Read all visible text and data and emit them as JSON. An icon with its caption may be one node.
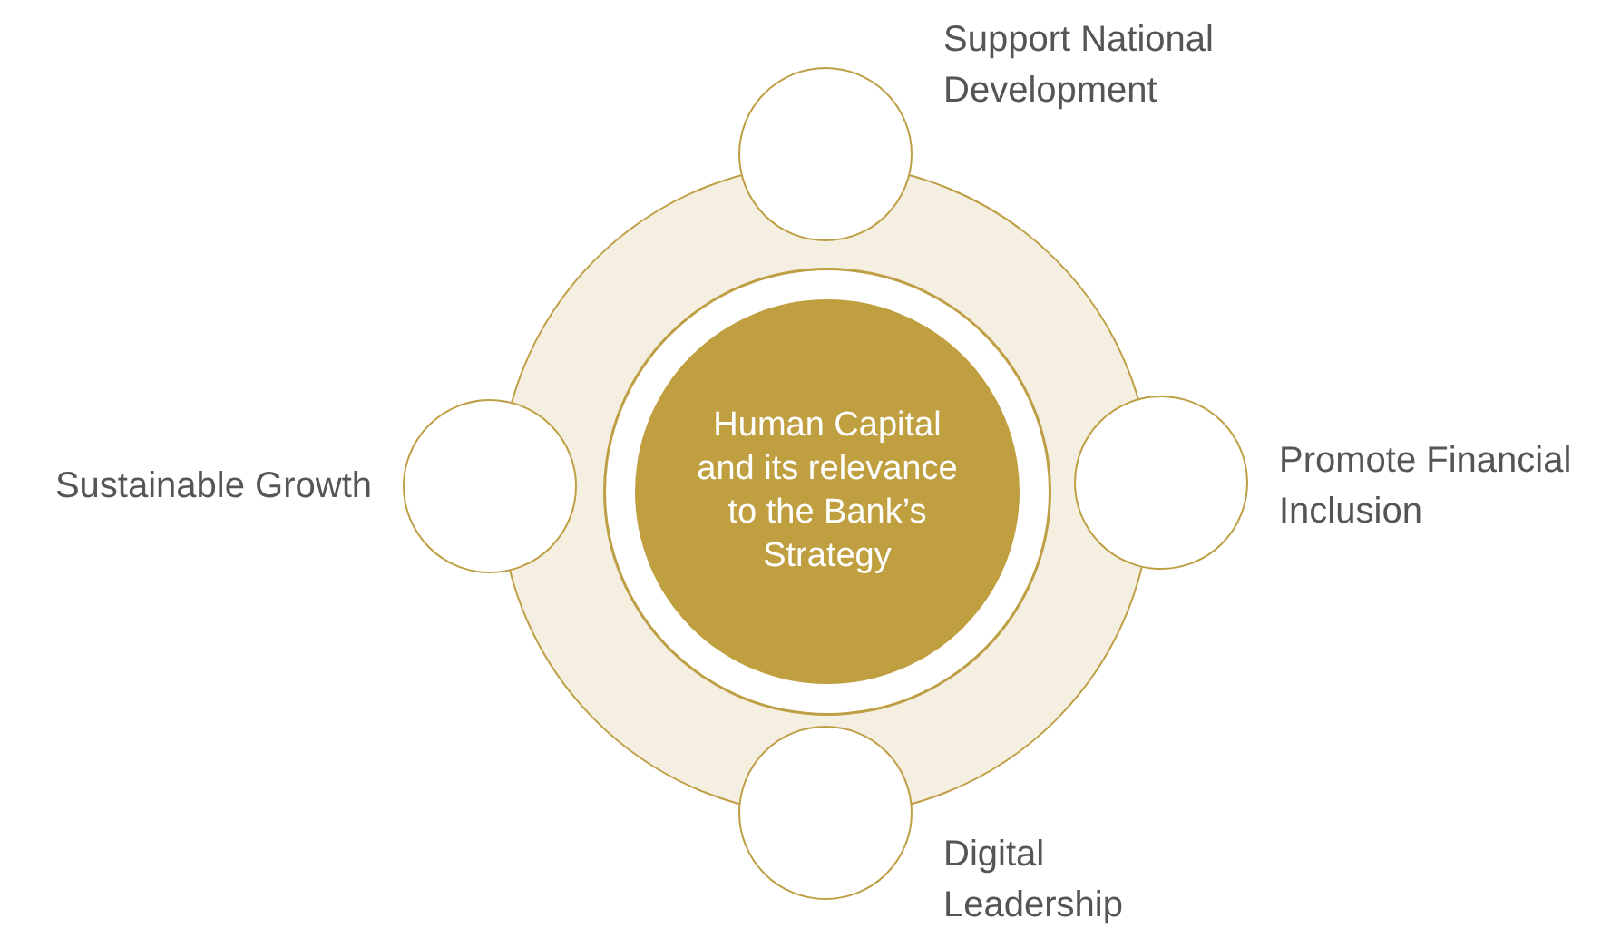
{
  "diagram": {
    "nodes": [
      {
        "text": [],
        "shape": "circle"
      },
      {
        "text": [
          "Human Capital and its relevance to the Bank’s Strategy"
        ],
        "in": 0
      },
      {
        "text": [],
        "shape": "circle",
        "beside": [
          "Support National Development"
        ]
      },
      {
        "text": [],
        "shape": "circle",
        "beside": [
          "Sustainable Growth"
        ]
      },
      {
        "text": [],
        "shape": "circle",
        "beside": [
          "Promote Financial Inclusion"
        ]
      },
      {
        "text": [],
        "shape": "circle",
        "beside": [
          "Digital Leadership"
        ]
      }
    ]
  }
}
